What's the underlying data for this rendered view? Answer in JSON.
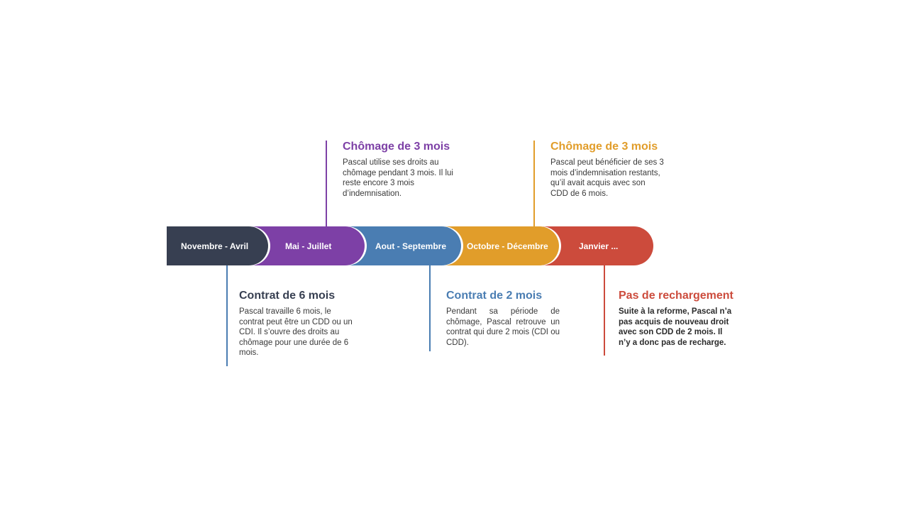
{
  "timeline": {
    "segments": [
      {
        "label": "Novembre - Avril",
        "color": "#373f51"
      },
      {
        "label": "Mai - Juillet",
        "color": "#7d40a6"
      },
      {
        "label": "Aout - Septembre",
        "color": "#4a7db2"
      },
      {
        "label": "Octobre - Décembre",
        "color": "#e19d2a"
      },
      {
        "label": "Janvier ...",
        "color": "#cc4b3c"
      }
    ]
  },
  "notes": {
    "contrat_6": {
      "title": "Contrat de 6 mois",
      "text": "Pascal travaille 6 mois, le contrat peut être un CDD ou un CDI. Il s’ouvre des droits au chômage pour une durée de 6 mois.",
      "color": "#373f51"
    },
    "chomage_1": {
      "title": "Chômage de 3 mois",
      "text": "Pascal utilise ses droits au chômage pendant 3 mois. Il lui reste encore 3 mois d’indemnisation.",
      "color": "#7d40a6"
    },
    "contrat_2": {
      "title": "Contrat de 2 mois",
      "text": "Pendant sa période de chômage, Pascal retrouve un contrat qui dure 2 mois (CDI ou CDD).",
      "color": "#4a7db2"
    },
    "chomage_2": {
      "title": "Chômage de 3 mois",
      "text": "Pascal peut bénéficier de ses 3 mois d’indemnisation restants, qu’il avait acquis avec son CDD de 6 mois.",
      "color": "#e19d2a"
    },
    "recharge": {
      "title": "Pas de rechargement",
      "text": "Suite à la reforme, Pascal n’a pas acquis de nouveau droit avec son CDD de 2 mois. Il n’y a donc pas de recharge.",
      "color": "#cc4b3c"
    }
  }
}
